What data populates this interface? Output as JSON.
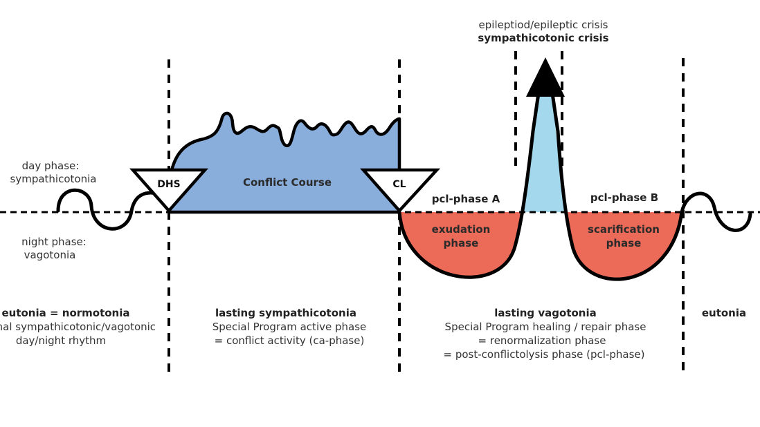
{
  "colors": {
    "conflict_fill": "#8aaedc",
    "healing_fill": "#ec6a58",
    "crisis_fill": "#a4d8ec",
    "stroke": "#000000",
    "background": "#ffffff"
  },
  "labels": {
    "crisis_line1": "epileptiod/epileptic crisis",
    "crisis_line2": "sympathicotonic crisis",
    "day_line1": "day phase:",
    "day_line2": "sympathicotonia",
    "night_line1": "night phase:",
    "night_line2": "vagotonia",
    "dhs": "DHS",
    "cl": "CL",
    "conflict_course": "Conflict Course",
    "pcl_a": "pcl-phase A",
    "pcl_b": "pcl-phase B",
    "exudation_1": "exudation",
    "exudation_2": "phase",
    "scarification_1": "scarification",
    "scarification_2": "phase"
  },
  "columns": {
    "eutonia_left_title": "eutonia = normotonia",
    "eutonia_left_line1": "normal sympathicotonic/vagotonic",
    "eutonia_left_line2": "day/night rhythm",
    "sympathicotonia_title": "lasting sympathicotonia",
    "sympathicotonia_line1": "Special Program active phase",
    "sympathicotonia_line2": "= conflict activity (ca-phase)",
    "vagotonia_title": "lasting vagotonia",
    "vagotonia_line1": "Special Program healing / repair phase",
    "vagotonia_line2": "= renormalization phase",
    "vagotonia_line3": "= post-conflictolysis phase (pcl-phase)",
    "eutonia_right_title": "eutonia"
  }
}
